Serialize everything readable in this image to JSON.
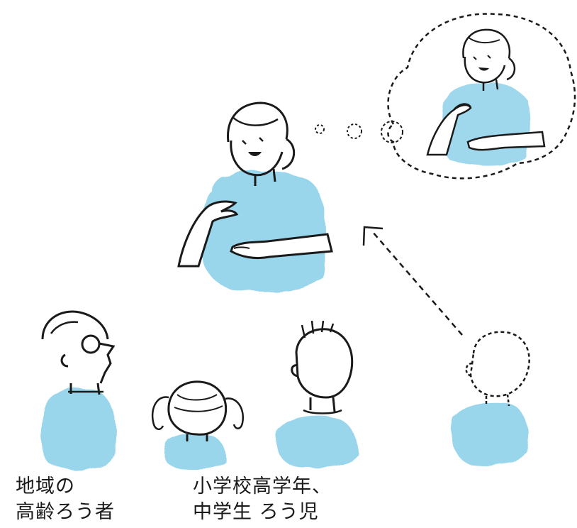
{
  "captions": {
    "elderly": {
      "line1": "地域の",
      "line2": "高齢ろう者"
    },
    "students": {
      "line1": "小学校高学年、",
      "line2": "中学生 ろう児"
    }
  },
  "colors": {
    "shirt": "#8fd2ea",
    "ink": "#1a1a1a",
    "background": "#ffffff"
  },
  "icons": [
    "signing-woman",
    "thought-bubble",
    "dashed-arrow",
    "elderly-man",
    "girl-with-pigtails",
    "boy",
    "dashed-outline-person"
  ]
}
